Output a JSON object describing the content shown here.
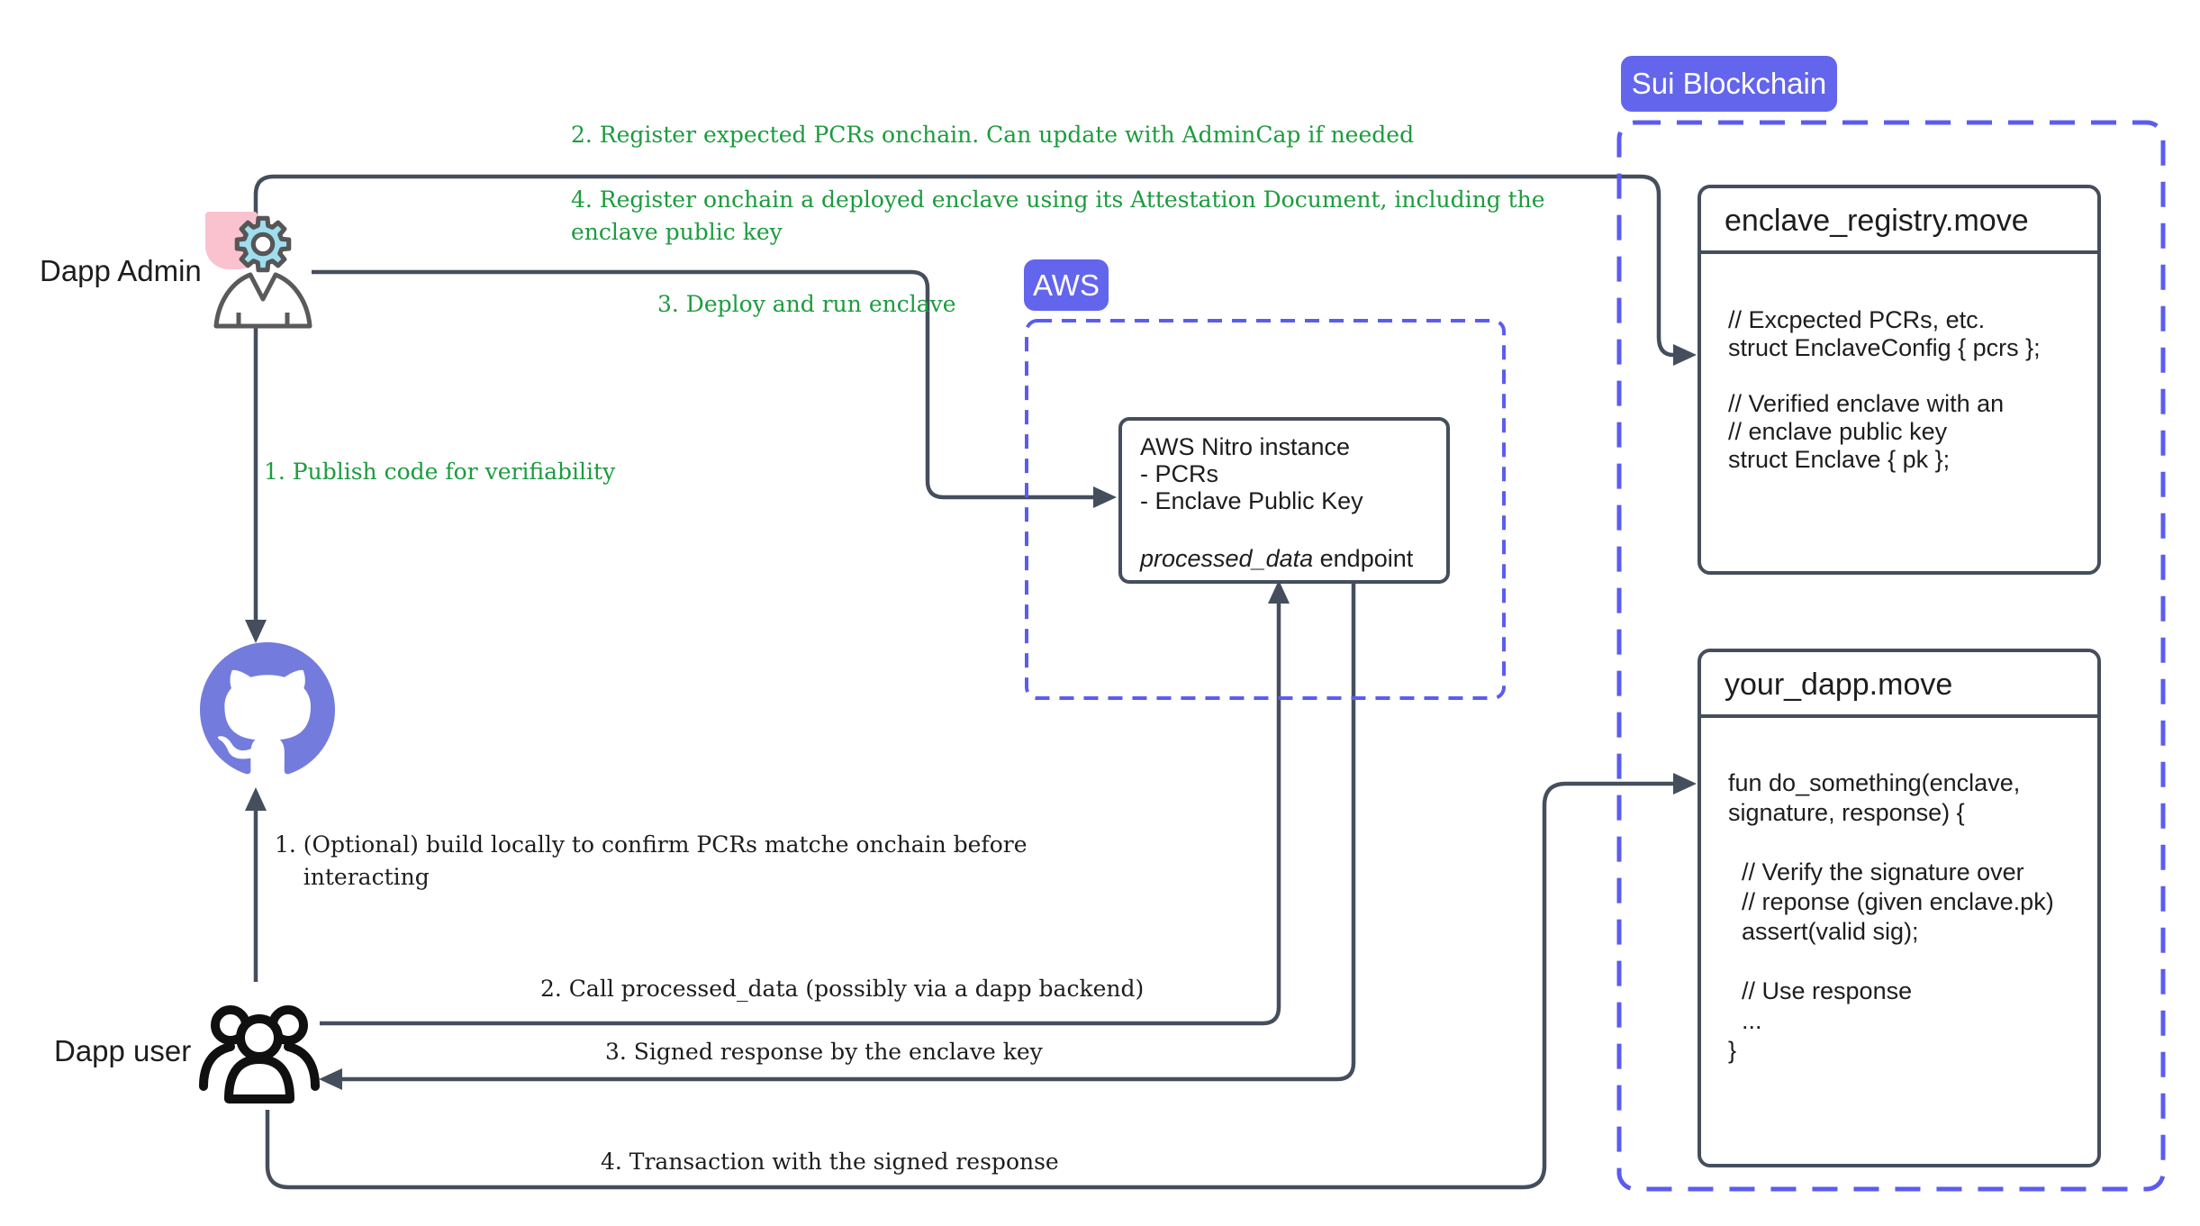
{
  "actors": {
    "admin": {
      "label": "Dapp Admin",
      "icon": "gear-person-icon"
    },
    "user": {
      "label": "Dapp user",
      "icon": "users-group-icon"
    },
    "github": {
      "icon": "github-octocat-icon"
    }
  },
  "admin_steps": {
    "publish": "1. Publish code for verifiability",
    "register_pcrs": "2. Register expected PCRs onchain. Can update with AdminCap if needed",
    "deploy": "3. Deploy and run enclave",
    "register_enclave": "4. Register onchain a deployed enclave using its Attestation Document, including the\nenclave public key"
  },
  "user_steps": {
    "build_locally": "1. (Optional) build locally to confirm PCRs matche onchain before\n    interacting",
    "call_endpoint": "2. Call processed_data (possibly via a dapp backend)",
    "signed_response": "3. Signed response by the enclave key",
    "transaction": "4. Transaction with the signed response"
  },
  "aws": {
    "badge": "AWS",
    "nitro_box": {
      "lines": "AWS Nitro instance\n- PCRs\n- Enclave Public Key",
      "endpoint_name": "processed_data",
      "endpoint_suffix": " endpoint"
    }
  },
  "sui": {
    "badge": "Sui Blockchain",
    "registry_box": {
      "title": "enclave_registry.move",
      "code": "// Excpected PCRs, etc.\nstruct EnclaveConfig { pcrs };\n\n// Verified enclave with an\n// enclave public key\nstruct Enclave { pk };"
    },
    "dapp_box": {
      "title": "your_dapp.move",
      "code": "fun do_something(enclave,\nsignature, response) {\n\n  // Verify the signature over\n  // reponse (given enclave.pk)\n  assert(valid sig);\n\n  // Use response\n  ...\n}"
    }
  },
  "colors": {
    "green": "#1b9c3e",
    "connector": "#454e5c",
    "indigo": "#6365ec",
    "dashed_indigo": "#5b5cef",
    "github_purple": "#737cdc",
    "pink": "#fac2cf",
    "cyan": "#9fdeee"
  }
}
